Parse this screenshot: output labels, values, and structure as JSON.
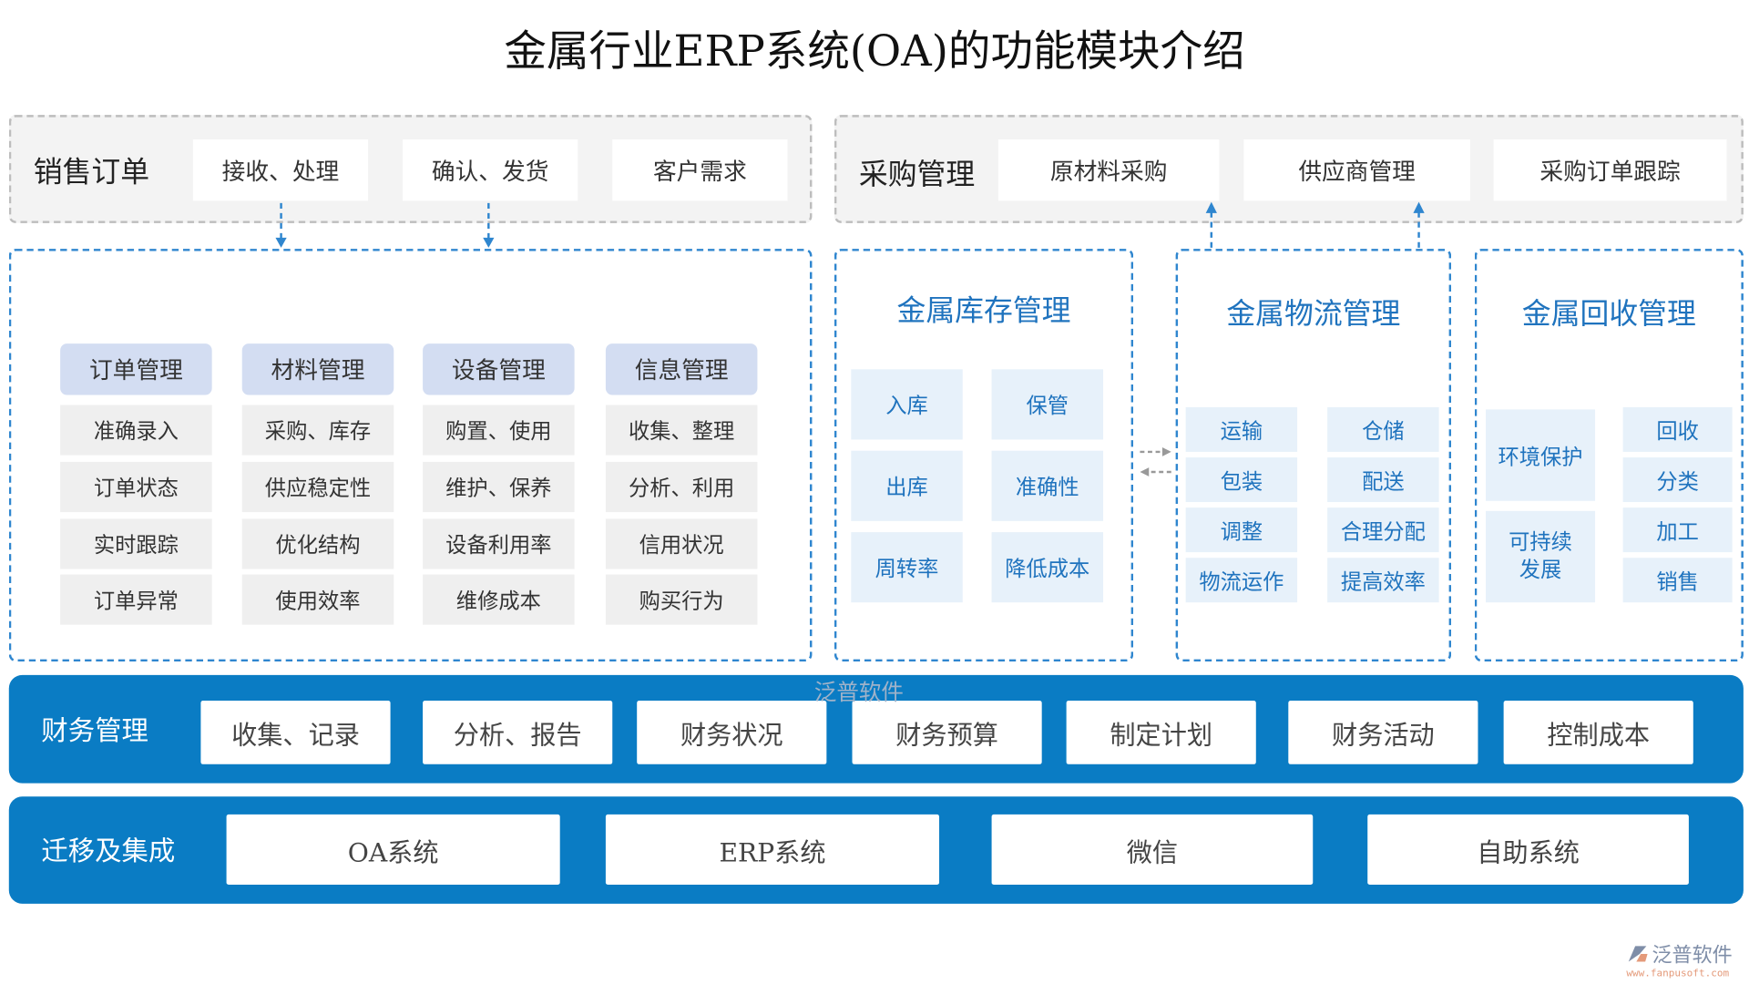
{
  "title": "金属行业ERP系统(OA)的功能模块介绍",
  "sales": {
    "label": "销售订单",
    "items": [
      "接收、处理",
      "确认、发货",
      "客户需求"
    ]
  },
  "purchase": {
    "label": "采购管理",
    "items": [
      "原材料采购",
      "供应商管理",
      "采购订单跟踪"
    ]
  },
  "management": {
    "columns": [
      {
        "header": "订单管理",
        "items": [
          "准确录入",
          "订单状态",
          "实时跟踪",
          "订单异常"
        ]
      },
      {
        "header": "材料管理",
        "items": [
          "采购、库存",
          "供应稳定性",
          "优化结构",
          "使用效率"
        ]
      },
      {
        "header": "设备管理",
        "items": [
          "购置、使用",
          "维护、保养",
          "设备利用率",
          "维修成本"
        ]
      },
      {
        "header": "信息管理",
        "items": [
          "收集、整理",
          "分析、利用",
          "信用状况",
          "购买行为"
        ]
      }
    ]
  },
  "inventory": {
    "title": "金属库存管理",
    "items": [
      "入库",
      "保管",
      "出库",
      "准确性",
      "周转率",
      "降低成本"
    ]
  },
  "logistics": {
    "title": "金属物流管理",
    "items": [
      "运输",
      "仓储",
      "包装",
      "配送",
      "调整",
      "合理分配",
      "物流运作",
      "提高效率"
    ]
  },
  "recycle": {
    "title": "金属回收管理",
    "left": [
      "环境保护",
      "可持续发展"
    ],
    "right": [
      "回收",
      "分类",
      "加工",
      "销售"
    ]
  },
  "finance": {
    "label": "财务管理",
    "items": [
      "收集、记录",
      "分析、报告",
      "财务状况",
      "财务预算",
      "制定计划",
      "财务活动",
      "控制成本"
    ]
  },
  "migration": {
    "label": "迁移及集成",
    "items": [
      "OA系统",
      "ERP系统",
      "微信",
      "自助系统"
    ]
  },
  "watermark": "泛普软件",
  "logo": {
    "name": "泛普软件",
    "url": "www.fanpusoft.com"
  },
  "colors": {
    "accent": "#0a7cc4",
    "module_text": "#1f73be",
    "header_chip": "#d3ddf2"
  }
}
